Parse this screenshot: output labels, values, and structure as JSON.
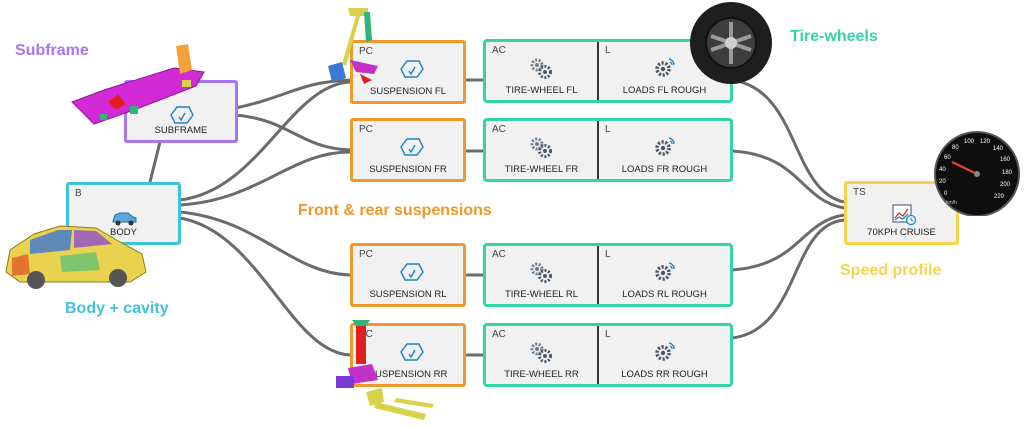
{
  "labels": {
    "subframe": "Subframe",
    "body_cavity": "Body + cavity",
    "suspensions": "Front & rear suspensions",
    "tire_wheels": "Tire-wheels",
    "speed_profile": "Speed profile"
  },
  "nodes": {
    "subframe": {
      "code": "",
      "label": "SUBFRAME"
    },
    "body": {
      "code": "B",
      "label": "BODY"
    },
    "susp_fl": {
      "code": "PC",
      "label": "SUSPENSION FL"
    },
    "susp_fr": {
      "code": "PC",
      "label": "SUSPENSION FR"
    },
    "susp_rl": {
      "code": "PC",
      "label": "SUSPENSION RL"
    },
    "susp_rr": {
      "code": "PC",
      "label": "SUSPENSION RR"
    },
    "tire_fl": {
      "code": "AC",
      "label": "TIRE-WHEEL FL"
    },
    "tire_fr": {
      "code": "AC",
      "label": "TIRE-WHEEL FR"
    },
    "tire_rl": {
      "code": "AC",
      "label": "TIRE-WHEEL RL"
    },
    "tire_rr": {
      "code": "AC",
      "label": "TIRE-WHEEL RR"
    },
    "loads_fl": {
      "code": "L",
      "label": "LOADS FL ROUGH"
    },
    "loads_fr": {
      "code": "L",
      "label": "LOADS FR ROUGH"
    },
    "loads_rl": {
      "code": "L",
      "label": "LOADS RL ROUGH"
    },
    "loads_rr": {
      "code": "L",
      "label": "LOADS RR ROUGH"
    },
    "cruise": {
      "code": "TS",
      "label": "70KPH CRUISE"
    }
  },
  "speedometer": {
    "unit": "km/h",
    "ticks": [
      "0",
      "20",
      "40",
      "60",
      "80",
      "100",
      "120",
      "140",
      "160",
      "180",
      "200",
      "220"
    ]
  },
  "colors": {
    "subframe": "#a777ef",
    "body": "#3ec2de",
    "suspension": "#f1982a",
    "tire": "#35d3a8",
    "speed": "#f6d54b",
    "link": "#666666"
  }
}
